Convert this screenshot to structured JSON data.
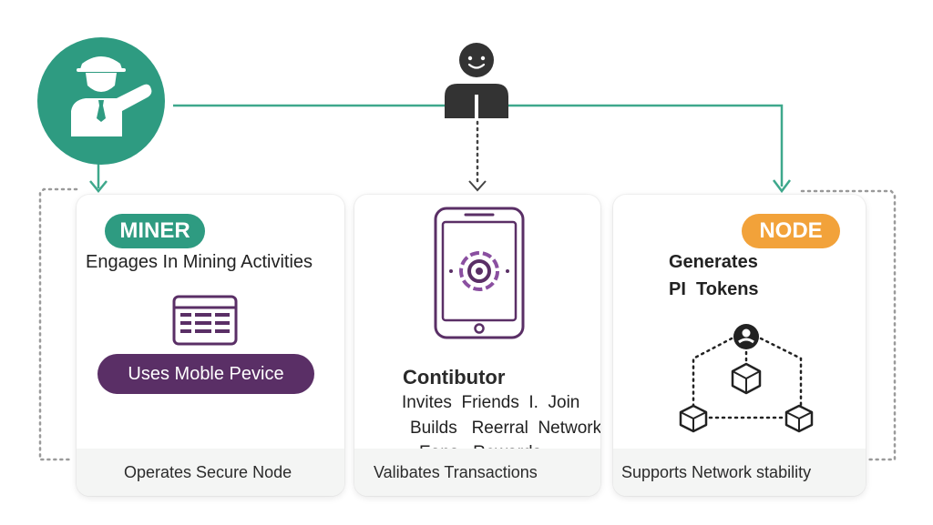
{
  "colors": {
    "teal": "#2e9b81",
    "purple": "#5a2f66",
    "orange": "#f2a23a",
    "ink": "#2a2a2a"
  },
  "icons": {
    "miner_avatar": "miner-with-hardhat-icon",
    "contributor_avatar": "person-icon",
    "spreadsheet": "spreadsheet-icon",
    "phone": "smartphone-icon",
    "network": "node-network-icon"
  },
  "cards": {
    "miner": {
      "badge": "MINER",
      "heading": "Engages In Mining Activities",
      "button": "Uses Moble Pevice",
      "footer": "Operates Secure Node"
    },
    "contributor": {
      "title": "Contibutor",
      "lines": [
        "Invites  Friends  I.  Join",
        "Builds   Reerral  Network",
        "Eans   Rewards"
      ],
      "footer": "Valibates Transactions"
    },
    "node": {
      "badge": "NODE",
      "line1": "Generates",
      "line2": "PI  Tokens",
      "footer": "Supports Network stability"
    }
  }
}
